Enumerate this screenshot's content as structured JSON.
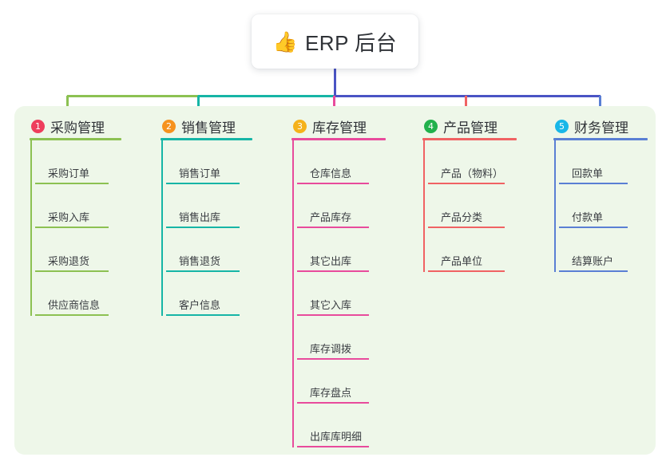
{
  "root": {
    "icon": "thumbs-up-emoji",
    "emoji": "👍",
    "title": "ERP 后台"
  },
  "colors": {
    "panel_background": "#eef7e9",
    "page_background": "#ffffff",
    "text": "#2f3237",
    "bus_left_green": "#8cc152",
    "bus_teal": "#16b5a6",
    "bus_indigo": "#4a54c4"
  },
  "columns": [
    {
      "number": "1",
      "title": "采购管理",
      "badge_color": "#ee3e5c",
      "line_color": "#8cc152",
      "stub_color": "#8cc152",
      "items": [
        {
          "label": "采购订单"
        },
        {
          "label": "采购入库"
        },
        {
          "label": "采购退货"
        },
        {
          "label": "供应商信息"
        }
      ]
    },
    {
      "number": "2",
      "title": "销售管理",
      "badge_color": "#f6921e",
      "line_color": "#16b5a6",
      "stub_color": "#16b5a6",
      "items": [
        {
          "label": "销售订单"
        },
        {
          "label": "销售出库"
        },
        {
          "label": "销售退货"
        },
        {
          "label": "客户信息"
        }
      ]
    },
    {
      "number": "3",
      "title": "库存管理",
      "badge_color": "#f5b21a",
      "line_color": "#e84b9c",
      "stub_color": "#e84b9c",
      "items": [
        {
          "label": "仓库信息"
        },
        {
          "label": "产品库存"
        },
        {
          "label": "其它出库"
        },
        {
          "label": "其它入库"
        },
        {
          "label": "库存调拨"
        },
        {
          "label": "库存盘点"
        },
        {
          "label": "出库库明细"
        }
      ]
    },
    {
      "number": "4",
      "title": "产品管理",
      "badge_color": "#22b14c",
      "line_color": "#f06263",
      "stub_color": "#f06263",
      "items": [
        {
          "label": "产品（物料）"
        },
        {
          "label": "产品分类"
        },
        {
          "label": "产品单位"
        }
      ]
    },
    {
      "number": "5",
      "title": "财务管理",
      "badge_color": "#18b7e8",
      "line_color": "#5a7fd4",
      "stub_color": "#5a7fd4",
      "items": [
        {
          "label": "回款单"
        },
        {
          "label": "付款单"
        },
        {
          "label": "结算账户"
        }
      ]
    }
  ]
}
